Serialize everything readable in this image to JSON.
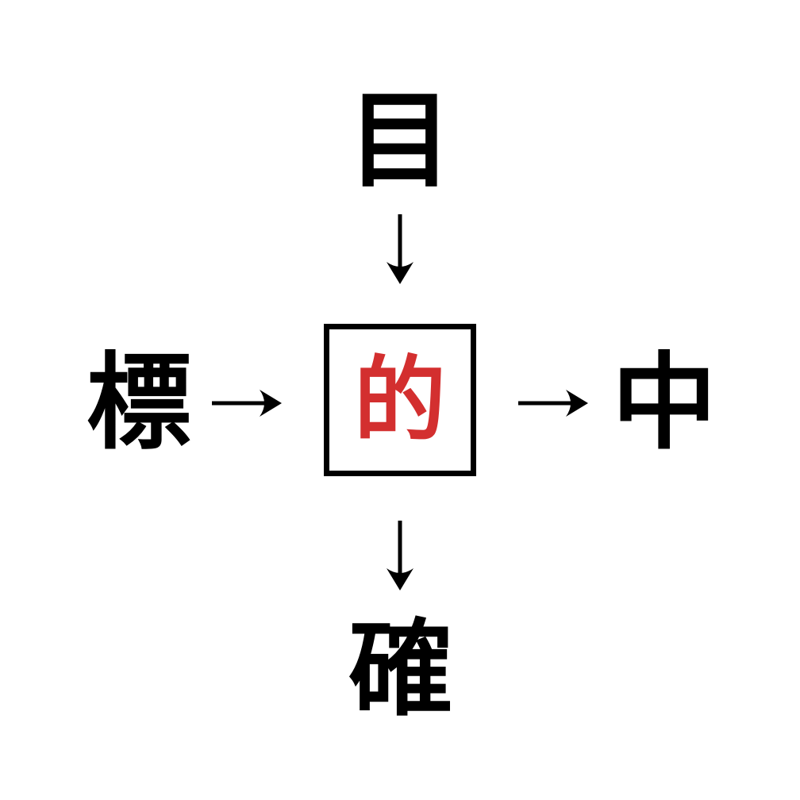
{
  "puzzle": {
    "title": "kanji-compound-puzzle",
    "center": {
      "char": "的",
      "color": "#d32f2f",
      "boxed": true
    },
    "top": {
      "char": "目"
    },
    "left": {
      "char": "標"
    },
    "right": {
      "char": "中"
    },
    "bottom": {
      "char": "確"
    },
    "relations": [
      {
        "from": "top",
        "to": "center",
        "arrow": "down"
      },
      {
        "from": "left",
        "to": "center",
        "arrow": "right"
      },
      {
        "from": "center",
        "to": "right",
        "arrow": "right"
      },
      {
        "from": "center",
        "to": "bottom",
        "arrow": "down"
      }
    ]
  },
  "colors": {
    "background": "#ffffff",
    "text": "#000000",
    "accent": "#d32f2f",
    "box_border": "#000000"
  }
}
